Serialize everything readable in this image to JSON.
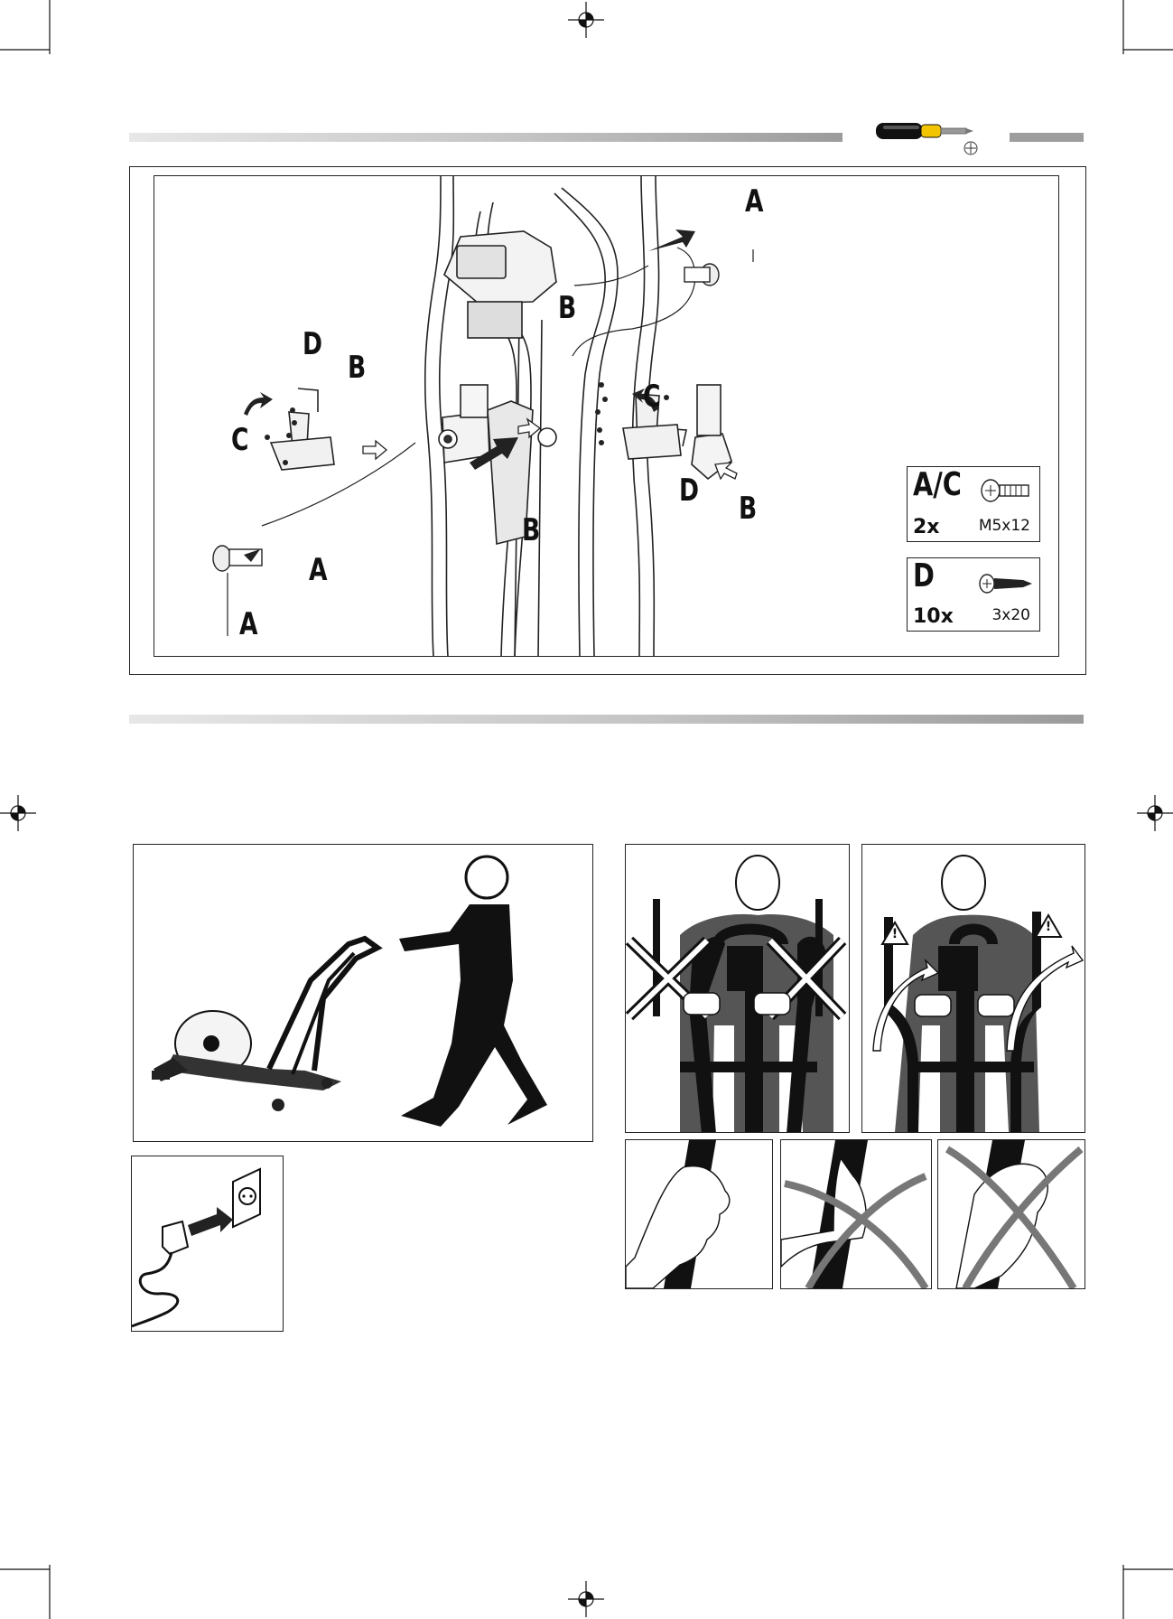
{
  "assembly_step": {
    "labels": {
      "a_top": "A",
      "a_left": "A",
      "a_left_bottom": "A",
      "b_console": "B",
      "b_left": "B",
      "b_center": "B",
      "b_right": "B",
      "c_left": "C",
      "c_right": "C",
      "d_left": "D",
      "d_right": "D"
    },
    "parts": [
      {
        "code": "A/C",
        "qty": "2x",
        "size": "M5x12",
        "icon": "bolt-icon"
      },
      {
        "code": "D",
        "qty": "10x",
        "size": "3x20",
        "icon": "screw-icon"
      }
    ],
    "tool_icon": "screwdriver-icon"
  },
  "usage_panels": {
    "move_icon": "person-moving-trainer-illustration",
    "power_icon": "plug-into-socket-illustration",
    "posture_icons": [
      "wrong-posture-illustration",
      "warning-swing-illustration"
    ],
    "grip_icons": [
      "correct-grip-illustration",
      "wrong-grip-illustration",
      "wrong-grip-illustration"
    ],
    "warning_symbol": "!"
  }
}
